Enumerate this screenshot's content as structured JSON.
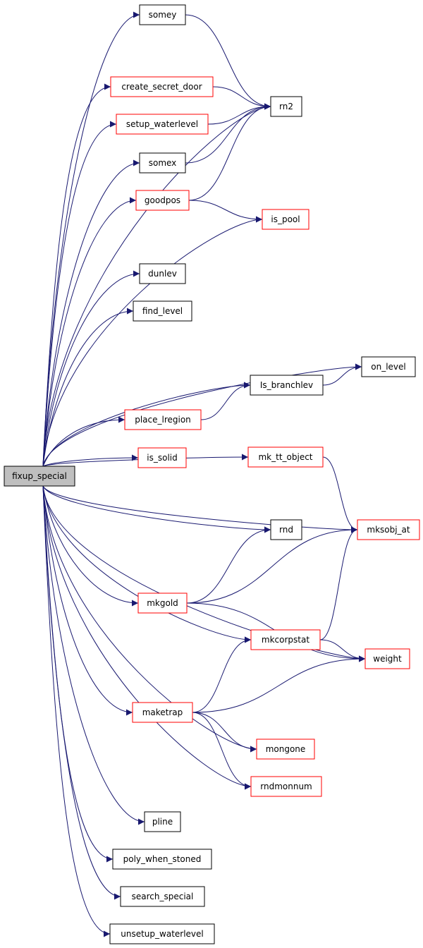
{
  "colors": {
    "edge": "#191970",
    "root_fill": "#bfbfbf",
    "border_black": "#000000",
    "border_red": "#ff0000",
    "background": "#ffffff"
  },
  "root": "fixup_special",
  "nodes": [
    {
      "id": "fixup_special",
      "label": "fixup_special",
      "border": "black",
      "fill": "gray"
    },
    {
      "id": "somey",
      "label": "somey",
      "border": "black"
    },
    {
      "id": "create_secret_door",
      "label": "create_secret_door",
      "border": "red"
    },
    {
      "id": "rn2",
      "label": "rn2",
      "border": "black"
    },
    {
      "id": "setup_waterlevel",
      "label": "setup_waterlevel",
      "border": "red"
    },
    {
      "id": "somex",
      "label": "somex",
      "border": "black"
    },
    {
      "id": "goodpos",
      "label": "goodpos",
      "border": "red"
    },
    {
      "id": "is_pool",
      "label": "is_pool",
      "border": "red"
    },
    {
      "id": "dunlev",
      "label": "dunlev",
      "border": "black"
    },
    {
      "id": "find_level",
      "label": "find_level",
      "border": "black"
    },
    {
      "id": "on_level",
      "label": "on_level",
      "border": "black"
    },
    {
      "id": "Is_branchlev",
      "label": "Is_branchlev",
      "border": "black"
    },
    {
      "id": "place_lregion",
      "label": "place_lregion",
      "border": "red"
    },
    {
      "id": "is_solid",
      "label": "is_solid",
      "border": "red"
    },
    {
      "id": "mk_tt_object",
      "label": "mk_tt_object",
      "border": "red"
    },
    {
      "id": "mksobj_at",
      "label": "mksobj_at",
      "border": "red"
    },
    {
      "id": "rnd",
      "label": "rnd",
      "border": "black"
    },
    {
      "id": "mkgold",
      "label": "mkgold",
      "border": "red"
    },
    {
      "id": "mkcorpstat",
      "label": "mkcorpstat",
      "border": "red"
    },
    {
      "id": "weight",
      "label": "weight",
      "border": "red"
    },
    {
      "id": "maketrap",
      "label": "maketrap",
      "border": "red"
    },
    {
      "id": "mongone",
      "label": "mongone",
      "border": "red"
    },
    {
      "id": "rndmonnum",
      "label": "rndmonnum",
      "border": "red"
    },
    {
      "id": "pline",
      "label": "pline",
      "border": "black"
    },
    {
      "id": "poly_when_stoned",
      "label": "poly_when_stoned",
      "border": "black"
    },
    {
      "id": "search_special",
      "label": "search_special",
      "border": "black"
    },
    {
      "id": "unsetup_waterlevel",
      "label": "unsetup_waterlevel",
      "border": "black"
    }
  ],
  "edges": [
    [
      "fixup_special",
      "somey"
    ],
    [
      "fixup_special",
      "rn2"
    ],
    [
      "fixup_special",
      "create_secret_door"
    ],
    [
      "fixup_special",
      "setup_waterlevel"
    ],
    [
      "fixup_special",
      "somex"
    ],
    [
      "fixup_special",
      "goodpos"
    ],
    [
      "fixup_special",
      "is_pool"
    ],
    [
      "fixup_special",
      "dunlev"
    ],
    [
      "fixup_special",
      "find_level"
    ],
    [
      "fixup_special",
      "on_level"
    ],
    [
      "fixup_special",
      "Is_branchlev"
    ],
    [
      "fixup_special",
      "place_lregion"
    ],
    [
      "fixup_special",
      "is_solid"
    ],
    [
      "fixup_special",
      "mk_tt_object"
    ],
    [
      "fixup_special",
      "mksobj_at"
    ],
    [
      "fixup_special",
      "rnd"
    ],
    [
      "fixup_special",
      "mkgold"
    ],
    [
      "fixup_special",
      "mkcorpstat"
    ],
    [
      "fixup_special",
      "weight"
    ],
    [
      "fixup_special",
      "maketrap"
    ],
    [
      "fixup_special",
      "mongone"
    ],
    [
      "fixup_special",
      "rndmonnum"
    ],
    [
      "fixup_special",
      "pline"
    ],
    [
      "fixup_special",
      "poly_when_stoned"
    ],
    [
      "fixup_special",
      "search_special"
    ],
    [
      "fixup_special",
      "unsetup_waterlevel"
    ],
    [
      "somey",
      "rn2"
    ],
    [
      "create_secret_door",
      "rn2"
    ],
    [
      "setup_waterlevel",
      "rn2"
    ],
    [
      "somex",
      "rn2"
    ],
    [
      "goodpos",
      "rn2"
    ],
    [
      "goodpos",
      "is_pool"
    ],
    [
      "Is_branchlev",
      "on_level"
    ],
    [
      "place_lregion",
      "Is_branchlev"
    ],
    [
      "mk_tt_object",
      "mksobj_at"
    ],
    [
      "mkgold",
      "rnd"
    ],
    [
      "mkgold",
      "mksobj_at"
    ],
    [
      "mkgold",
      "weight"
    ],
    [
      "mkcorpstat",
      "mksobj_at"
    ],
    [
      "mkcorpstat",
      "weight"
    ],
    [
      "maketrap",
      "mkcorpstat"
    ],
    [
      "maketrap",
      "weight"
    ],
    [
      "maketrap",
      "mongone"
    ],
    [
      "maketrap",
      "rndmonnum"
    ]
  ]
}
